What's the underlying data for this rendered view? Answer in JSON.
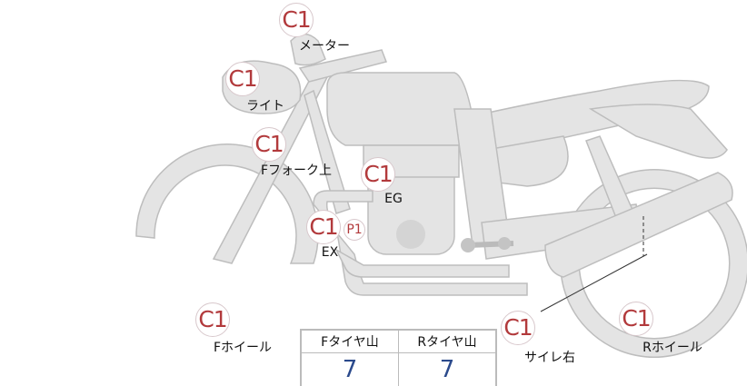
{
  "markers": [
    {
      "part": "メーター",
      "grade": "C1"
    },
    {
      "part": "ライト",
      "grade": "C1"
    },
    {
      "part": "Fフォーク上",
      "grade": "C1"
    },
    {
      "part": "EG",
      "grade": "C1"
    },
    {
      "part": "EX",
      "grade": "C1",
      "extra": "P1"
    },
    {
      "part": "Fホイール",
      "grade": "C1"
    },
    {
      "part": "サイレ右",
      "grade": "C1"
    },
    {
      "part": "Rホイール",
      "grade": "C1"
    }
  ],
  "tire_table": {
    "headers": [
      "Fタイヤ山",
      "Rタイヤ山"
    ],
    "values": [
      "7",
      "7"
    ]
  },
  "colors": {
    "grade": "#b23a3c",
    "value": "#2b4a8c",
    "body": "#e4e4e4"
  }
}
